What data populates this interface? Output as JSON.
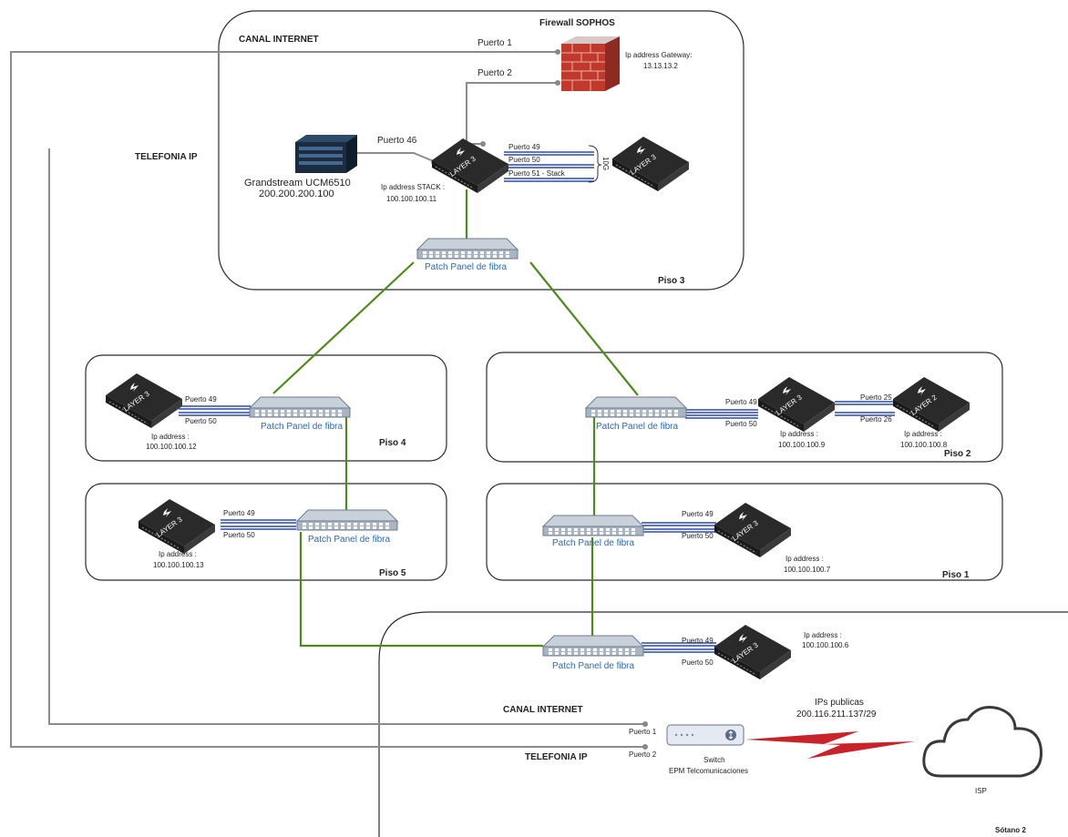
{
  "top": {
    "channel_internet": "CANAL INTERNET",
    "telephony": "TELEFONIA IP",
    "firewall_title": "Firewall SOPHOS",
    "firewall_ip_label": "Ip address Gateway:",
    "firewall_ip": "13.13.13.2",
    "fw_port1": "Puerto 1",
    "fw_port2": "Puerto 2",
    "pbx_name": "Grandstream UCM6510",
    "pbx_ip": "200.200.200.100",
    "port46": "Puerto 46",
    "stack_ip_label": "Ip address STACK :",
    "stack_ip": "100.100.100.11",
    "p49": "Puerto 49",
    "p50": "Puerto 50",
    "p51": "Puerto 51 - Stack",
    "tenG": "10G",
    "patch": "Patch Panel de fibra",
    "floor": "Piso 3"
  },
  "piso4": {
    "p49": "Puerto 49",
    "p50": "Puerto 50",
    "ip_label": "Ip address  :",
    "ip": "100.100.100.12",
    "patch": "Patch Panel de fibra",
    "floor": "Piso 4"
  },
  "piso5": {
    "p49": "Puerto 49",
    "p50": "Puerto 50",
    "ip_label": "Ip address  :",
    "ip": "100.100.100.13",
    "patch": "Patch Panel de fibra",
    "floor": "Piso 5"
  },
  "piso2": {
    "p49": "Puerto 49",
    "p50": "Puerto 50",
    "ip_label": "Ip address  :",
    "ip": "100.100.100.9",
    "p25": "Puerto 25",
    "p26": "Puerto 26",
    "ip2_label": "Ip address  :",
    "ip2": "100.100.100.8",
    "patch": "Patch Panel de fibra",
    "floor": "Piso 2"
  },
  "piso1": {
    "p49": "Puerto 49",
    "p50": "Puerto 50",
    "ip_label": "Ip address  :",
    "ip": "100.100.100.7",
    "patch": "Patch Panel de fibra",
    "floor": "Piso 1"
  },
  "sotano": {
    "p49": "Puerto 49",
    "p50": "Puerto 50",
    "ip_label": "Ip address  :",
    "ip": "100.100.100.6",
    "patch": "Patch Panel de fibra",
    "channel_internet": "CANAL INTERNET",
    "telephony": "TELEFONIA IP",
    "sw_p1": "Puerto 1",
    "sw_p2": "Puerto 2",
    "switch_name": "Switch",
    "switch_provider": "EPM Telcomunicaciones",
    "public_ips_label": "IPs publicas",
    "public_ips": "200.116.211.137/29",
    "isp": "ISP",
    "floor": "Sótano 2"
  },
  "device_label": "LAYER 3",
  "device_label_l2": "LAYER 2",
  "colors": {
    "fiber": "#4e8a1c",
    "copper": "#8c8c8c",
    "stack": "#2b49a8",
    "wan": "#c8222a",
    "firewall": "#c0392b"
  }
}
